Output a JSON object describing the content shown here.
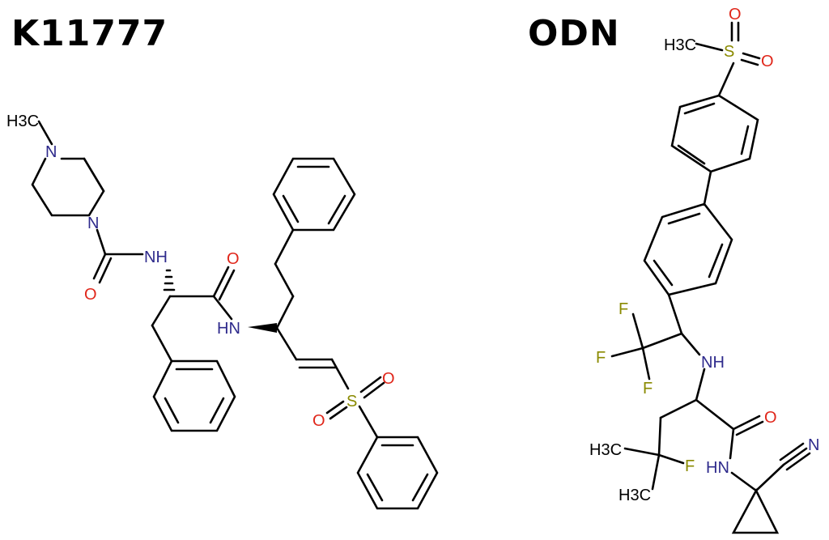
{
  "molecules": [
    {
      "name": "K11777",
      "atoms": {
        "methyl": "H3C",
        "n_top": "N",
        "n_bottom": "N",
        "carbonyl_o": "O",
        "nh1": "NH",
        "amide_o": "O",
        "nh2": "HN",
        "sulfur": "S",
        "sulfonyl_o1": "O",
        "sulfonyl_o2": "O"
      }
    },
    {
      "name": "ODN",
      "atoms": {
        "methyl": "H3C",
        "sulfur": "S",
        "sulfonyl_o1": "O",
        "sulfonyl_o2": "O",
        "f1": "F",
        "f2": "F",
        "f3": "F",
        "nh": "NH",
        "amide_o": "O",
        "methyl_a": "H3C",
        "methyl_b": "H3C",
        "fluorine": "F",
        "nh2": "HN",
        "nitrile_n": "N"
      }
    }
  ],
  "colors": {
    "bond": "#000000",
    "nitrogen": "#2e2a8c",
    "oxygen": "#e0261a",
    "sulfur": "#8a8a00",
    "fluorine": "#8a8a00"
  }
}
